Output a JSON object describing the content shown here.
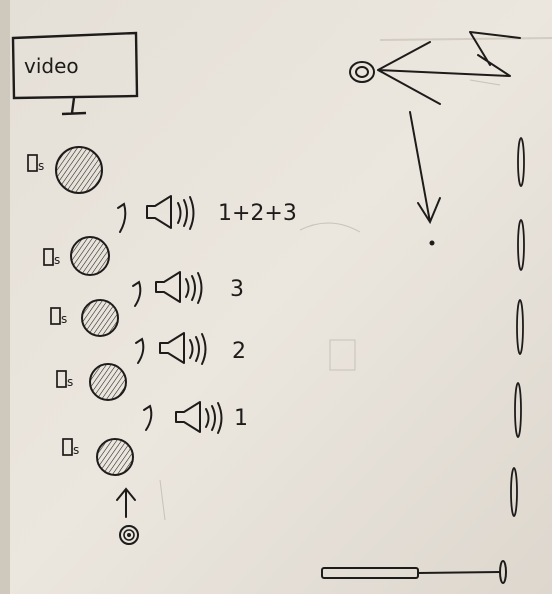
{
  "screen": {
    "label": "video"
  },
  "steps": [
    {
      "sound_label": "1+2+3"
    },
    {
      "sound_label": "3"
    },
    {
      "sound_label": "2"
    },
    {
      "sound_label": "1"
    }
  ],
  "second_label": "s",
  "colors": {
    "paper": "#ebe6de",
    "paper_shadow": "#d6d0c6",
    "ink": "#1e1c1a",
    "pencil": "#b9b3a9"
  }
}
